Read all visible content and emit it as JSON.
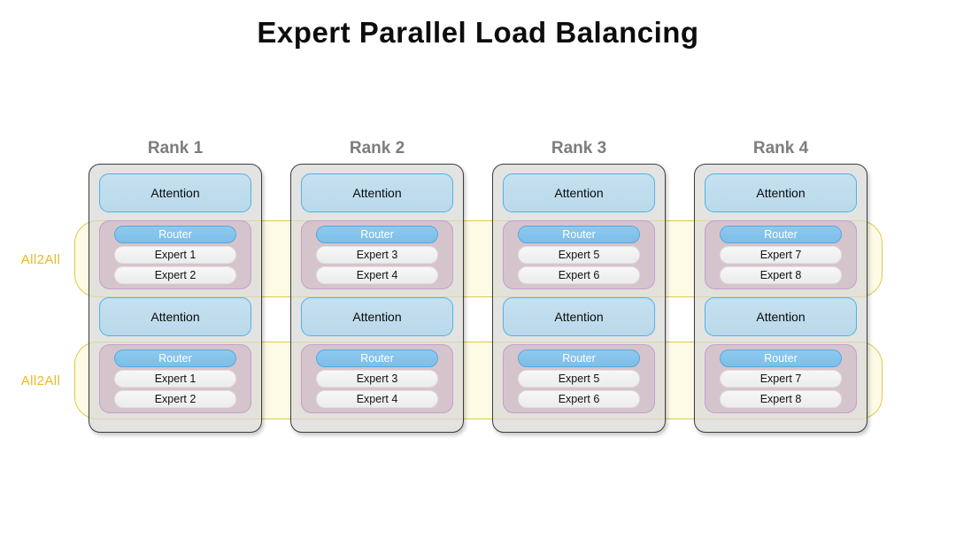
{
  "title": "Expert Parallel Load Balancing",
  "colors": {
    "title_text": "#0d0d0d",
    "rank_header": "#7d7d7d",
    "rank_card_fill": "#d8d8d5",
    "rank_card_border": "#3d3d3d",
    "attention_fill": "#bfdcea",
    "attention_border": "#4fb3e8",
    "moe_fill": "#d0b8c7",
    "moe_border": "#c39ed0",
    "router_fill": "#89c4ea",
    "router_text": "#ffffff",
    "expert_fill": "#f2f2f2",
    "all2all_fill": "#fdfbe6",
    "all2all_border": "#e3c64c",
    "all2all_label": "#edb726"
  },
  "all2all": {
    "bands": [
      {
        "label": "All2All"
      },
      {
        "label": "All2All"
      }
    ]
  },
  "ranks": [
    {
      "header": "Rank 1",
      "layers": [
        {
          "type": "attention",
          "label": "Attention"
        },
        {
          "type": "moe",
          "router": "Router",
          "experts": [
            "Expert 1",
            "Expert 2"
          ]
        },
        {
          "type": "attention",
          "label": "Attention"
        },
        {
          "type": "moe",
          "router": "Router",
          "experts": [
            "Expert 1",
            "Expert 2"
          ]
        }
      ]
    },
    {
      "header": "Rank 2",
      "layers": [
        {
          "type": "attention",
          "label": "Attention"
        },
        {
          "type": "moe",
          "router": "Router",
          "experts": [
            "Expert 3",
            "Expert 4"
          ]
        },
        {
          "type": "attention",
          "label": "Attention"
        },
        {
          "type": "moe",
          "router": "Router",
          "experts": [
            "Expert 3",
            "Expert 4"
          ]
        }
      ]
    },
    {
      "header": "Rank 3",
      "layers": [
        {
          "type": "attention",
          "label": "Attention"
        },
        {
          "type": "moe",
          "router": "Router",
          "experts": [
            "Expert 5",
            "Expert 6"
          ]
        },
        {
          "type": "attention",
          "label": "Attention"
        },
        {
          "type": "moe",
          "router": "Router",
          "experts": [
            "Expert 5",
            "Expert 6"
          ]
        }
      ]
    },
    {
      "header": "Rank 4",
      "layers": [
        {
          "type": "attention",
          "label": "Attention"
        },
        {
          "type": "moe",
          "router": "Router",
          "experts": [
            "Expert 7",
            "Expert 8"
          ]
        },
        {
          "type": "attention",
          "label": "Attention"
        },
        {
          "type": "moe",
          "router": "Router",
          "experts": [
            "Expert 7",
            "Expert 8"
          ]
        }
      ]
    }
  ]
}
